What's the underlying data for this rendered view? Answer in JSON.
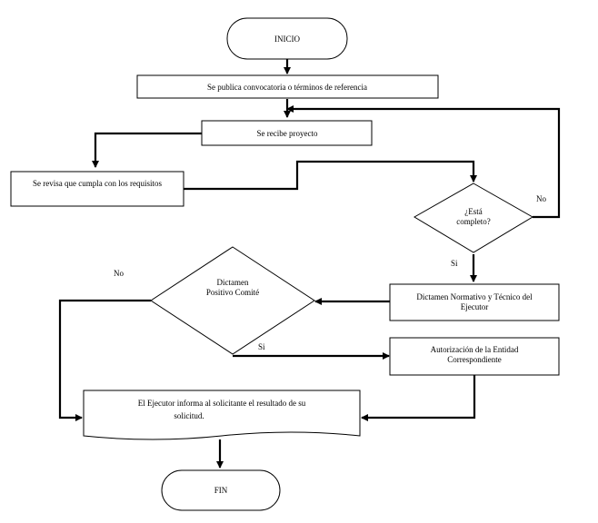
{
  "nodes": {
    "inicio": "INICIO",
    "publica": "Se publica convocatoria o términos de referencia",
    "recibe": "Se recibe proyecto",
    "revisa": "Se revisa que cumpla con los requisitos",
    "completo_1": "¿Está",
    "completo_2": "completo?",
    "dictamen_nt_1": "Dictamen Normativo y Técnico del",
    "dictamen_nt_2": "Ejecutor",
    "dictamen_pc_1": "Dictamen",
    "dictamen_pc_2": "Positivo Comité",
    "autorizacion_1": "Autorización de la Entidad",
    "autorizacion_2": "Correspondiente",
    "informa_1": "El Ejecutor informa al solicitante el resultado de su",
    "informa_2": "solicitud.",
    "fin": "FIN"
  },
  "edge_labels": {
    "no_completo": "No",
    "si_completo": "Si",
    "no_comite": "No",
    "si_comite": "Si"
  }
}
